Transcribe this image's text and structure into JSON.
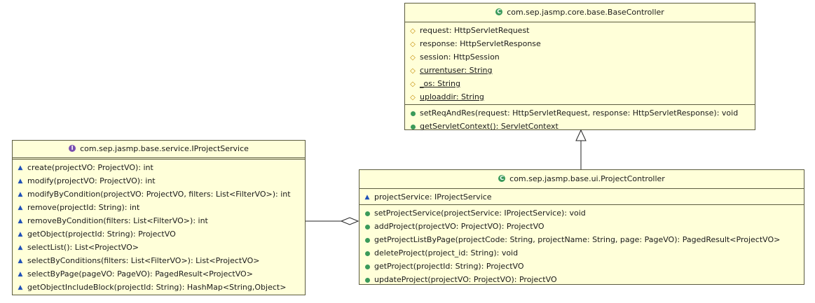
{
  "base_controller": {
    "name": "com.sep.jasmp.core.base.BaseController",
    "attributes": [
      {
        "vis": "protected",
        "text": "request: HttpServletRequest",
        "static": false
      },
      {
        "vis": "protected",
        "text": "response: HttpServletResponse",
        "static": false
      },
      {
        "vis": "protected",
        "text": "session: HttpSession",
        "static": false
      },
      {
        "vis": "protected",
        "text": "currentuser: String",
        "static": true
      },
      {
        "vis": "protected",
        "text": "_os: String",
        "static": true
      },
      {
        "vis": "protected",
        "text": "uploaddir: String",
        "static": true
      }
    ],
    "operations": [
      {
        "vis": "public",
        "text": "setReqAndRes(request: HttpServletRequest, response: HttpServletResponse): void"
      },
      {
        "vis": "public",
        "text": "getServletContext(): ServletContext"
      }
    ]
  },
  "project_service": {
    "name": "com.sep.jasmp.base.service.IProjectService",
    "operations": [
      {
        "vis": "package",
        "text": "create(projectVO: ProjectVO): int"
      },
      {
        "vis": "package",
        "text": "modify(projectVO: ProjectVO): int"
      },
      {
        "vis": "package",
        "text": "modifyByCondition(projectVO: ProjectVO, filters: List<FilterVO>): int"
      },
      {
        "vis": "package",
        "text": "remove(projectId: String): int"
      },
      {
        "vis": "package",
        "text": "removeByCondition(filters: List<FilterVO>): int"
      },
      {
        "vis": "package",
        "text": "getObject(projectId: String): ProjectVO"
      },
      {
        "vis": "package",
        "text": "selectList(): List<ProjectVO>"
      },
      {
        "vis": "package",
        "text": "selectByConditions(filters: List<FilterVO>): List<ProjectVO>"
      },
      {
        "vis": "package",
        "text": "selectByPage(pageVO: PageVO): PagedResult<ProjectVO>"
      },
      {
        "vis": "package",
        "text": "getObjectIncludeBlock(projectId: String): HashMap<String,Object>"
      }
    ]
  },
  "project_controller": {
    "name": "com.sep.jasmp.base.ui.ProjectController",
    "attributes": [
      {
        "vis": "package",
        "text": "projectService: IProjectService",
        "static": false
      }
    ],
    "operations": [
      {
        "vis": "public",
        "text": "setProjectService(projectService: IProjectService): void"
      },
      {
        "vis": "public",
        "text": "addProject(projectVO: ProjectVO): ProjectVO"
      },
      {
        "vis": "public",
        "text": "getProjectListByPage(projectCode: String, projectName: String, page: PageVO): PagedResult<ProjectVO>"
      },
      {
        "vis": "public",
        "text": "deleteProject(project_id: String): void"
      },
      {
        "vis": "public",
        "text": "getProject(projectId: String): ProjectVO"
      },
      {
        "vis": "public",
        "text": "updateProject(projectVO: ProjectVO): ProjectVO"
      }
    ]
  }
}
